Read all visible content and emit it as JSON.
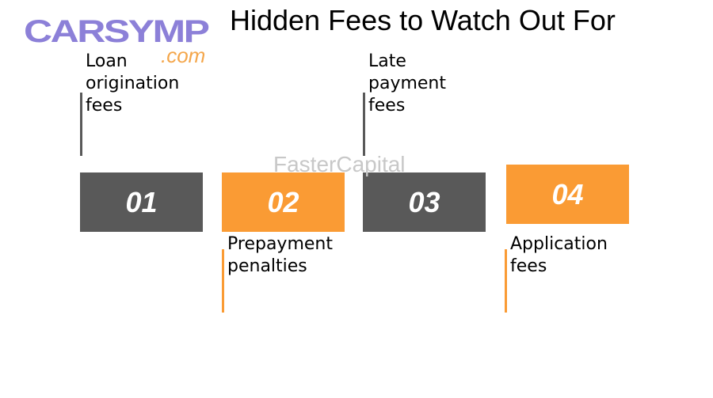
{
  "title": "Hidden Fees to Watch Out For",
  "logo": {
    "name": "CARSYMP",
    "suffix": ".com"
  },
  "watermark": "FasterCapital",
  "colors": {
    "dark": "#595959",
    "orange": "#fa9b34"
  },
  "steps": [
    {
      "number": "01",
      "label": "Loan origination fees"
    },
    {
      "number": "02",
      "label": "Prepayment penalties"
    },
    {
      "number": "03",
      "label": "Late payment fees"
    },
    {
      "number": "04",
      "label": "Application fees"
    }
  ]
}
